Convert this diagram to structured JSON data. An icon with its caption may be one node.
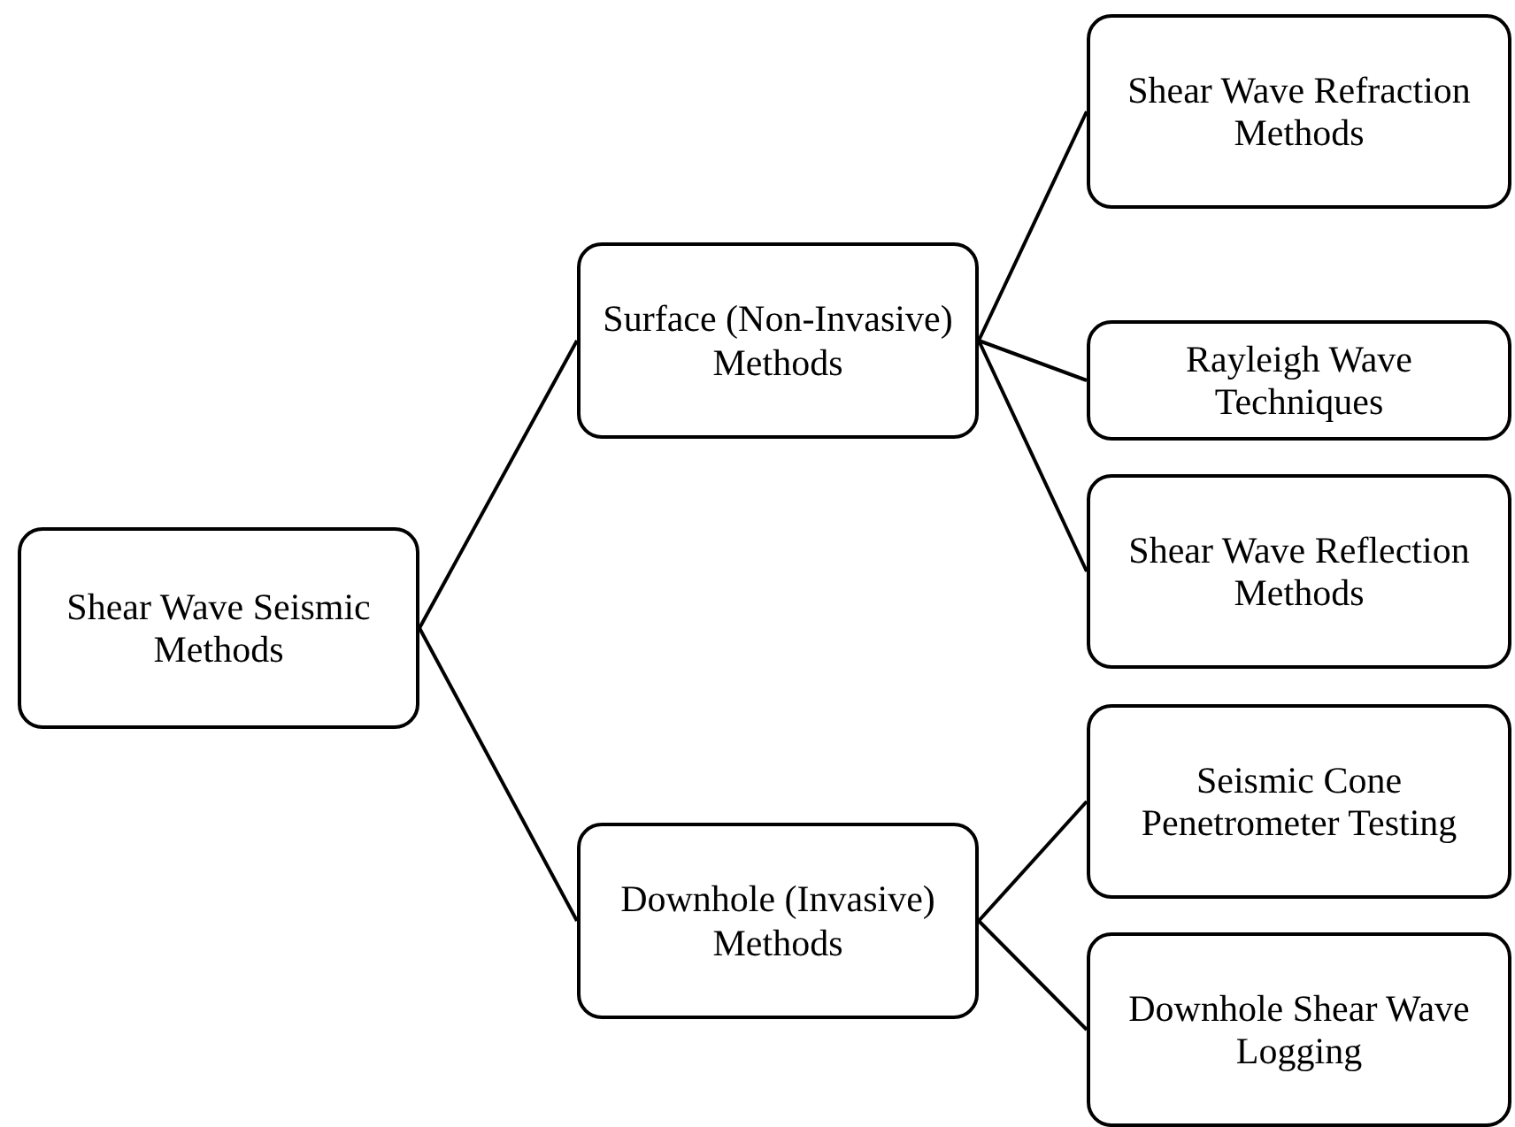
{
  "diagram": {
    "nodes": [
      {
        "text": [
          "Shear Wave Seismic Methods"
        ]
      },
      {
        "text": [
          "Surface (Non-Invasive) Methods"
        ]
      },
      {
        "text": [
          "Shear Wave Refraction Methods"
        ]
      },
      {
        "text": [
          "Rayleigh Wave Techniques"
        ]
      },
      {
        "text": [
          "Shear Wave Reflection Methods"
        ]
      },
      {
        "text": [
          "Downhole (Invasive) Methods"
        ]
      },
      {
        "text": [
          "Seismic Cone Penetrometer Testing"
        ]
      },
      {
        "text": [
          "Downhole Shear Wave Logging"
        ]
      }
    ],
    "edges": [
      {
        "from": 0,
        "to": 1,
        "arrow": "none"
      },
      {
        "from": 0,
        "to": 5,
        "arrow": "none"
      },
      {
        "from": 1,
        "to": 2,
        "arrow": "none"
      },
      {
        "from": 1,
        "to": 3,
        "arrow": "none"
      },
      {
        "from": 1,
        "to": 4,
        "arrow": "none"
      },
      {
        "from": 5,
        "to": 6,
        "arrow": "none"
      },
      {
        "from": 5,
        "to": 7,
        "arrow": "none"
      }
    ]
  }
}
